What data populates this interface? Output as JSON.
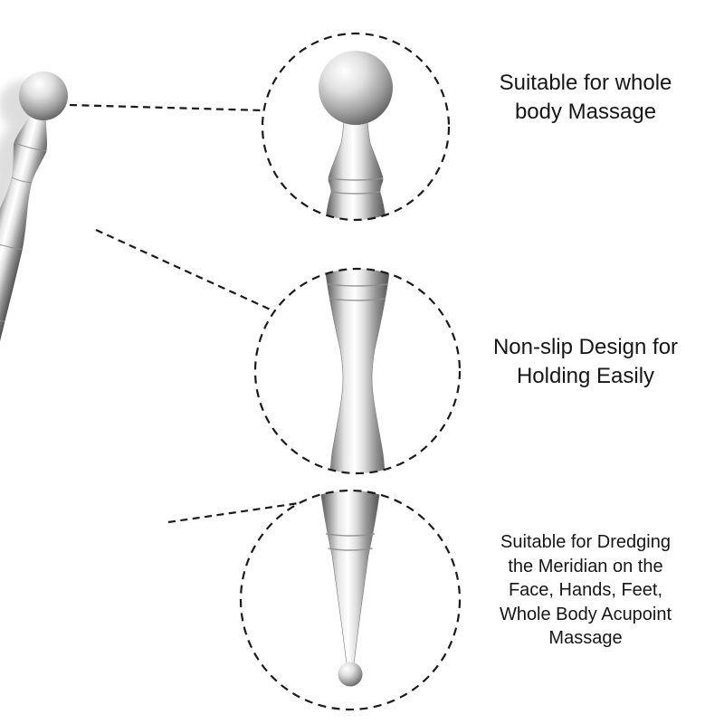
{
  "figure": {
    "alt": "stainless-steel two-ended acupressure massage pen",
    "parts": [
      "ball-head",
      "non-slip-grip",
      "acupoint-tip"
    ]
  },
  "callouts": [
    {
      "id": "ball-head",
      "caption": "Suitable for whole\nbody Massage"
    },
    {
      "id": "grip",
      "caption": "Non-slip Design for\nHolding Easily"
    },
    {
      "id": "tip",
      "caption": "Suitable for Dredging\nthe Meridian on the\nFace, Hands, Feet,\nWhole Body Acupoint\nMassage"
    }
  ],
  "colors": {
    "background": "#ffffff",
    "text": "#161616",
    "callout_line": "#1a1a1a",
    "metal_highlight": "#ffffff",
    "metal_shadow": "#4e4e4e"
  }
}
